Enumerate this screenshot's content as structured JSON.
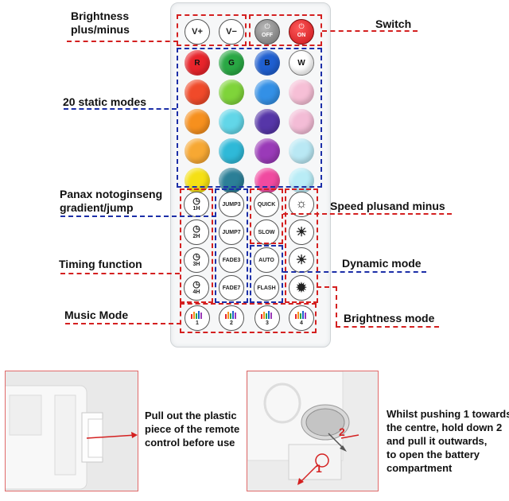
{
  "labels": {
    "brightness_pm": [
      "Brightness",
      "plus/minus"
    ],
    "switch": "Switch",
    "static_modes": "20 static modes",
    "panax": [
      "Panax notoginseng",
      "gradient/jump"
    ],
    "speed": "Speed plusand minus",
    "timing": "Timing function",
    "dynamic": "Dynamic mode",
    "music": "Music Mode",
    "brightness_mode": "Brightness mode"
  },
  "top_buttons": {
    "v_plus": "V+",
    "v_minus": "V−",
    "off": "OFF",
    "on": "ON"
  },
  "color_row1": [
    {
      "label": "R",
      "color": "#e8242b"
    },
    {
      "label": "G",
      "color": "#29a844"
    },
    {
      "label": "B",
      "color": "#1f5fd0"
    },
    {
      "label": "W",
      "color": "#ffffff"
    }
  ],
  "color_rows": [
    [
      "#f04a2a",
      "#7fd43a",
      "#3390e6",
      "#f6bfd6"
    ],
    [
      "#f6901e",
      "#62d6e8",
      "#5636a8",
      "#f3bcd6"
    ],
    [
      "#f7a833",
      "#2fb9d8",
      "#9a3ab8",
      "#b9e8f4"
    ],
    [
      "#f5e014",
      "#2b7f97",
      "#f04aa0",
      "#b9ecf6"
    ]
  ],
  "timer_buttons": [
    "1H",
    "2H",
    "3H",
    "4H"
  ],
  "jump_buttons": [
    "JUMP3",
    "JUMP7",
    "FADE3",
    "FADE7"
  ],
  "speed_buttons": [
    "QUICK",
    "SLOW",
    "AUTO",
    "FLASH"
  ],
  "music_buttons": [
    "1",
    "2",
    "3",
    "4"
  ],
  "captions": {
    "left": [
      "Pull out the plastic",
      "piece of the remote",
      "control before use"
    ],
    "right": [
      "Whilst pushing 1 towards",
      "the centre, hold down 2",
      "and pull it outwards,",
      "to open the battery",
      "compartment"
    ]
  },
  "photo_markers": [
    "1",
    "2"
  ],
  "colors": {
    "red": "#d42020",
    "blue": "#1c2fa8"
  }
}
